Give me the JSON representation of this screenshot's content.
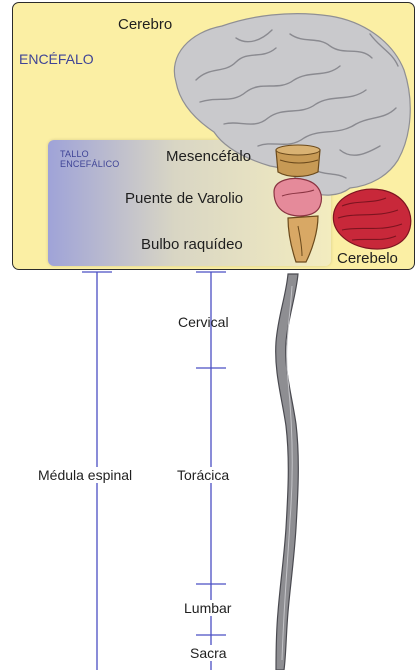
{
  "labels": {
    "cerebro": "Cerebro",
    "encefalo": "ENCÉFALO",
    "tallo_line1": "TALLO",
    "tallo_line2": "ENCEFÁLICO",
    "mesencefalo": "Mesencéfalo",
    "puente": "Puente de Varolio",
    "bulbo": "Bulbo raquídeo",
    "cerebelo": "Cerebelo",
    "cervical": "Cervical",
    "medula": "Médula espinal",
    "toracica": "Torácica",
    "lumbar": "Lumbar",
    "sacra": "Sacra"
  },
  "colors": {
    "box_fill": "#fbefa4",
    "guide_lines": "#4a4fc4",
    "brain": "#c9c9cc",
    "cerebellum": "#c8283a",
    "pons": "#e58a9a",
    "midbrain": "#c79a55",
    "spinal_cord": "#8e8e92"
  }
}
